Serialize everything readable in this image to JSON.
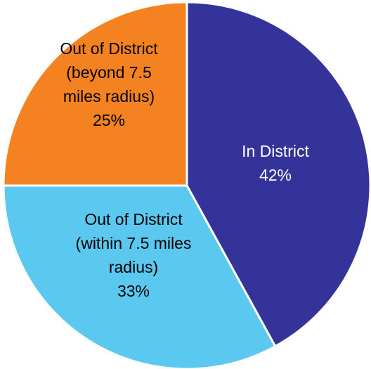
{
  "chart_data": {
    "type": "pie",
    "title": "",
    "slices": [
      {
        "label_lines": [
          "In District"
        ],
        "pct_label": "42%",
        "value": 42,
        "color": "#333399",
        "text_color": "#ffffff"
      },
      {
        "label_lines": [
          "Out of District",
          "(within 7.5 miles",
          "radius)"
        ],
        "pct_label": "33%",
        "value": 33,
        "color": "#5BC8F0",
        "text_color": "#000000"
      },
      {
        "label_lines": [
          "Out of District",
          "(beyond 7.5",
          "miles radius)"
        ],
        "pct_label": "25%",
        "value": 25,
        "color": "#F58220",
        "text_color": "#000000"
      }
    ]
  }
}
